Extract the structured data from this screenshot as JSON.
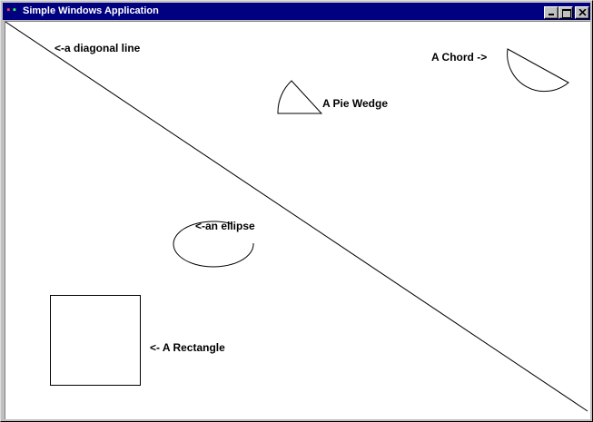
{
  "window": {
    "title": "Simple Windows Application",
    "icon": "app-icon",
    "buttons": {
      "minimize": "minimize-icon",
      "maximize": "maximize-icon",
      "close": "close-icon"
    }
  },
  "canvas": {
    "labels": {
      "diagonal": "<-a diagonal line",
      "chord": "A Chord ->",
      "pie": "A Pie Wedge",
      "ellipse": "<-an ellipse",
      "rectangle": "<- A Rectangle"
    }
  }
}
